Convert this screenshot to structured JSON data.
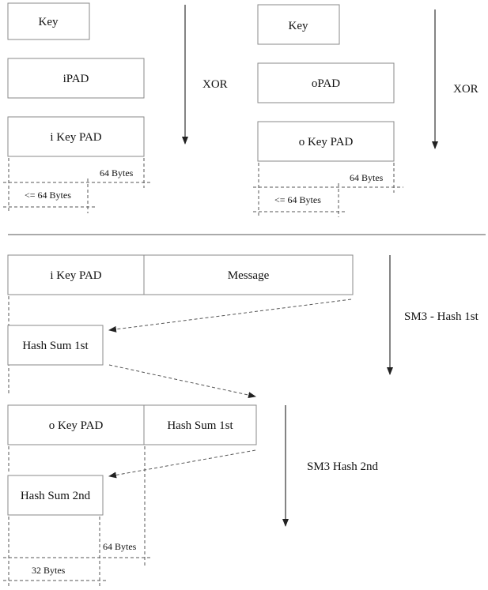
{
  "top": {
    "left": {
      "key": "Key",
      "ipad": "iPAD",
      "ikeypad": "i Key PAD",
      "xor": "XOR",
      "bytes64": "64 Bytes",
      "bytes_le64": "<= 64 Bytes"
    },
    "right": {
      "key": "Key",
      "opad": "oPAD",
      "okeypad": "o Key PAD",
      "xor": "XOR",
      "bytes64": "64 Bytes",
      "bytes_le64": "<= 64 Bytes"
    }
  },
  "bottom": {
    "ikeypad": "i Key PAD",
    "message": "Message",
    "step1": "SM3 - Hash 1st",
    "hash1": "Hash Sum 1st",
    "okeypad": "o Key PAD",
    "hash1_box": "Hash Sum 1st",
    "step2": "SM3  Hash 2nd",
    "hash2": "Hash Sum 2nd",
    "bytes64": "64 Bytes",
    "bytes32": "32 Bytes"
  }
}
